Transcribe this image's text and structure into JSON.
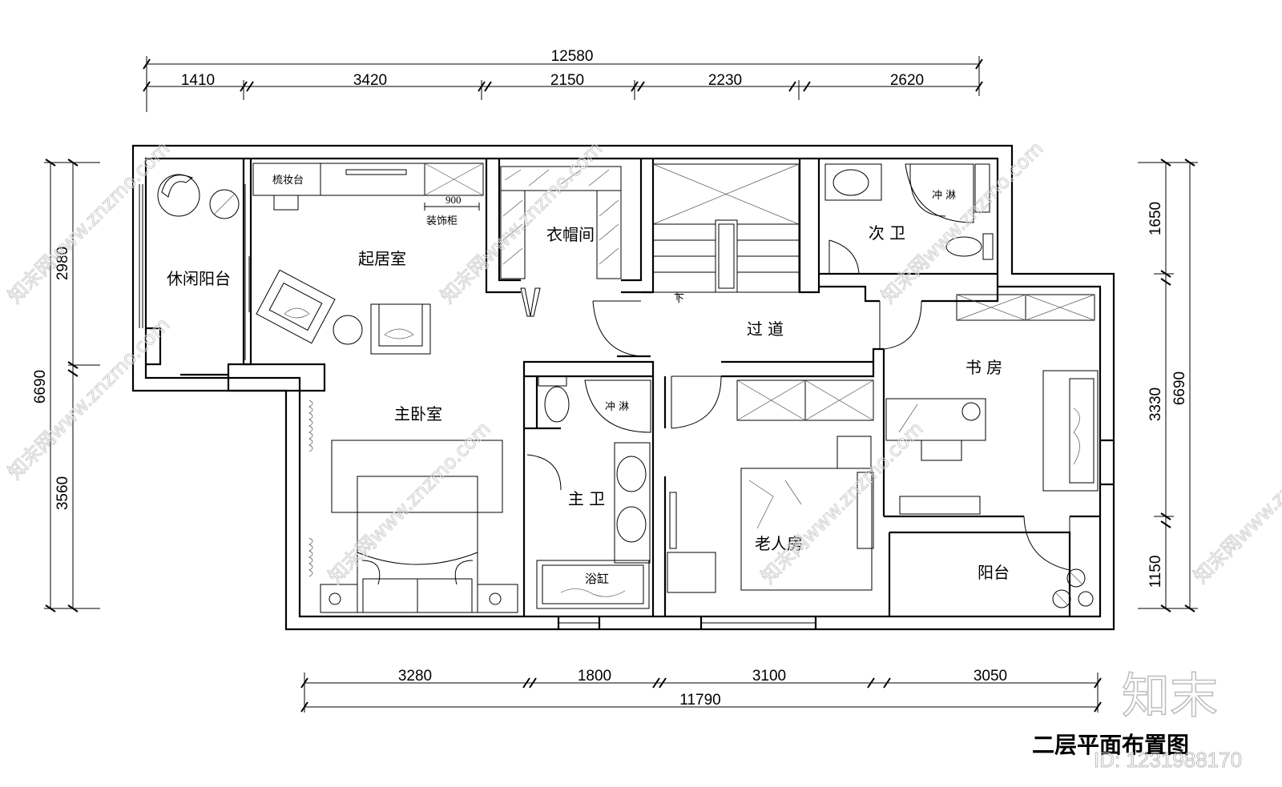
{
  "drawing_title": "二层平面布置图",
  "dimensions": {
    "top_total": "12580",
    "top_segments": [
      "1410",
      "3420",
      "2150",
      "2230",
      "2620"
    ],
    "bottom_segments": [
      "3280",
      "1800",
      "3100",
      "3050"
    ],
    "bottom_total": "11790",
    "left_total": "6690",
    "left_segments": [
      "2980",
      "3560"
    ],
    "right_total": "6690",
    "right_segments": [
      "1650",
      "3330",
      "1150"
    ]
  },
  "rooms": {
    "leisure_balcony": "休闲阳台",
    "living_room": "起居室",
    "cloakroom": "衣帽间",
    "second_bath": "次 卫",
    "corridor": "过 道",
    "study": "书 房",
    "master_bedroom": "主卧室",
    "master_bath": "主 卫",
    "elderly_room": "老人房",
    "balcony": "阳台"
  },
  "labels": {
    "dresser": "梳妆台",
    "cabinet_width": "900",
    "decor_cabinet": "装饰柜",
    "shower_1": "冲 淋",
    "shower_2": "冲 淋",
    "bathtub": "浴缸",
    "stair_down": "下"
  },
  "watermark": {
    "site": "知末网www.znzmo.com",
    "logo": "知末",
    "id": "ID: 1231988170"
  }
}
